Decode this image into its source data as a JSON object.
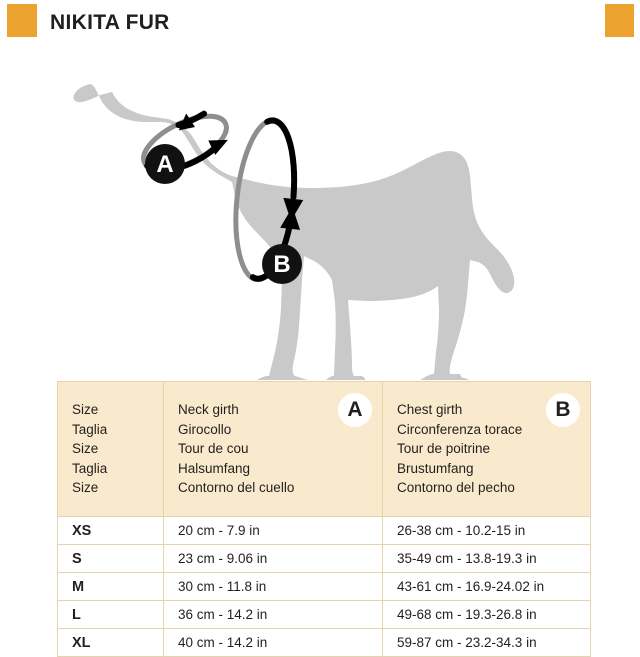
{
  "header": {
    "title": "NIKITA FUR",
    "accent_color": "#eba22e",
    "left_square": "brand-square",
    "right_square": "brand-square"
  },
  "illustration": {
    "dog_color": "#c9c9c9",
    "marker_a": "A",
    "marker_b": "B",
    "neck_loop_label": "A",
    "chest_loop_label": "B"
  },
  "table": {
    "header_bg": "#faeacd",
    "border_color": "#e3d3ae",
    "columns": [
      {
        "key": "size",
        "labels": [
          "Size",
          "Taglia",
          "Size",
          "Taglia",
          "Size"
        ],
        "badge": ""
      },
      {
        "key": "neck",
        "labels": [
          "Neck girth",
          "Girocollo",
          "Tour de cou",
          "Halsumfang",
          "Contorno del cuello"
        ],
        "badge": "A"
      },
      {
        "key": "chest",
        "labels": [
          "Chest girth",
          "Circonferenza torace",
          "Tour de poitrine",
          "Brustumfang",
          "Contorno del pecho"
        ],
        "badge": "B"
      }
    ],
    "rows": [
      {
        "size": "XS",
        "neck": "20 cm - 7.9 in",
        "chest": "26-38 cm - 10.2-15 in"
      },
      {
        "size": "S",
        "neck": "23 cm - 9.06 in",
        "chest": "35-49 cm - 13.8-19.3 in"
      },
      {
        "size": "M",
        "neck": "30 cm - 11.8 in",
        "chest": "43-61 cm - 16.9-24.02 in"
      },
      {
        "size": "L",
        "neck": "36 cm - 14.2 in",
        "chest": "49-68 cm - 19.3-26.8 in"
      },
      {
        "size": "XL",
        "neck": "40 cm - 14.2 in",
        "chest": "59-87 cm - 23.2-34.3 in"
      }
    ]
  }
}
